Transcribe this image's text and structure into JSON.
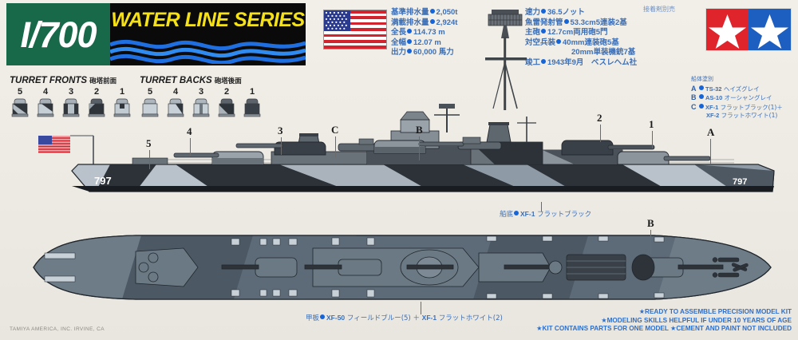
{
  "header": {
    "scale": "I/700",
    "series_title": "WATER LINE SERIES"
  },
  "flag": {
    "name": "us-flag"
  },
  "adhesive_note": "接着剤別売",
  "specs_left": [
    {
      "label": "基準排水量",
      "value": "2,050t"
    },
    {
      "label": "満載排水量",
      "value": "2,924t"
    },
    {
      "label": "全長",
      "value": "114.73 m"
    },
    {
      "label": "全幅",
      "value": "12.07 m"
    },
    {
      "label": "出力",
      "value": "60,000 馬力"
    }
  ],
  "specs_right": [
    {
      "label": "速力",
      "value": "36.5ノット"
    },
    {
      "label": "魚雷発射管",
      "value": "53.3cm5連装2基"
    },
    {
      "label": "主砲",
      "value": "12.7cm両用砲5門"
    },
    {
      "label": "対空兵装",
      "value": "40mm連装砲5基"
    },
    {
      "label": "",
      "value": "20mm単装機銃7基",
      "indent": true
    },
    {
      "label": "竣工",
      "value": "1943年9月　ベスレヘム社"
    }
  ],
  "paint_legend": {
    "title": "船体塗別",
    "items": [
      {
        "key": "A",
        "code": "TS-32",
        "name": "ヘイズグレイ"
      },
      {
        "key": "B",
        "code": "AS-10",
        "name": "オーシャングレイ"
      },
      {
        "key": "C",
        "code": "XF-1",
        "name": "フラットブラック(1)＋"
      },
      {
        "key": "",
        "code": "XF-2",
        "name": "フラットホワイト(1)",
        "indent": true
      }
    ]
  },
  "turret_fronts": {
    "title": "TURRET FRONTS",
    "title_jp": "砲塔前面",
    "numbers": [
      "5",
      "4",
      "3",
      "2",
      "1"
    ]
  },
  "turret_backs": {
    "title": "TURRET BACKS",
    "title_jp": "砲塔後面",
    "numbers": [
      "5",
      "4",
      "3",
      "2",
      "1"
    ]
  },
  "side_view": {
    "hull_number": "797",
    "callouts": [
      "5",
      "4",
      "3",
      "C",
      "B",
      "2",
      "1",
      "A"
    ]
  },
  "plan_view": {
    "callouts": [
      "B"
    ]
  },
  "captions": {
    "hull_bottom": {
      "label": "船底",
      "code": "XF-1",
      "name": "フラットブラック"
    },
    "deck": {
      "label": "甲板",
      "code": "XF-50",
      "name": "フィールドブルー(5) ＋ ",
      "code2": "XF-1",
      "name2": "フラットホワイト(2)"
    }
  },
  "bullets": [
    "★READY TO ASSEMBLE  PRECISION MODEL KIT",
    "★MODELING SKILLS HELPFUL IF UNDER 10 YEARS OF AGE",
    "★KIT CONTAINS PARTS FOR ONE MODEL  ★CEMENT AND PAINT NOT INCLUDED"
  ],
  "copyright": "TAMIYA AMERICA, INC. IRVINE, CA",
  "colors": {
    "green": "#18684a",
    "yellow": "#f5e11a",
    "wave_blue": "#1f6fe0",
    "brand_red": "#e0242c",
    "brand_blue": "#1d5fc0",
    "haze_grey": "#8e9aa6",
    "ocean_grey": "#56616e",
    "dark_camo": "#2d3239",
    "light_camo": "#b9c2ca",
    "deck_blue": "#5d6b78",
    "text_blue": "#3d6fb5"
  }
}
